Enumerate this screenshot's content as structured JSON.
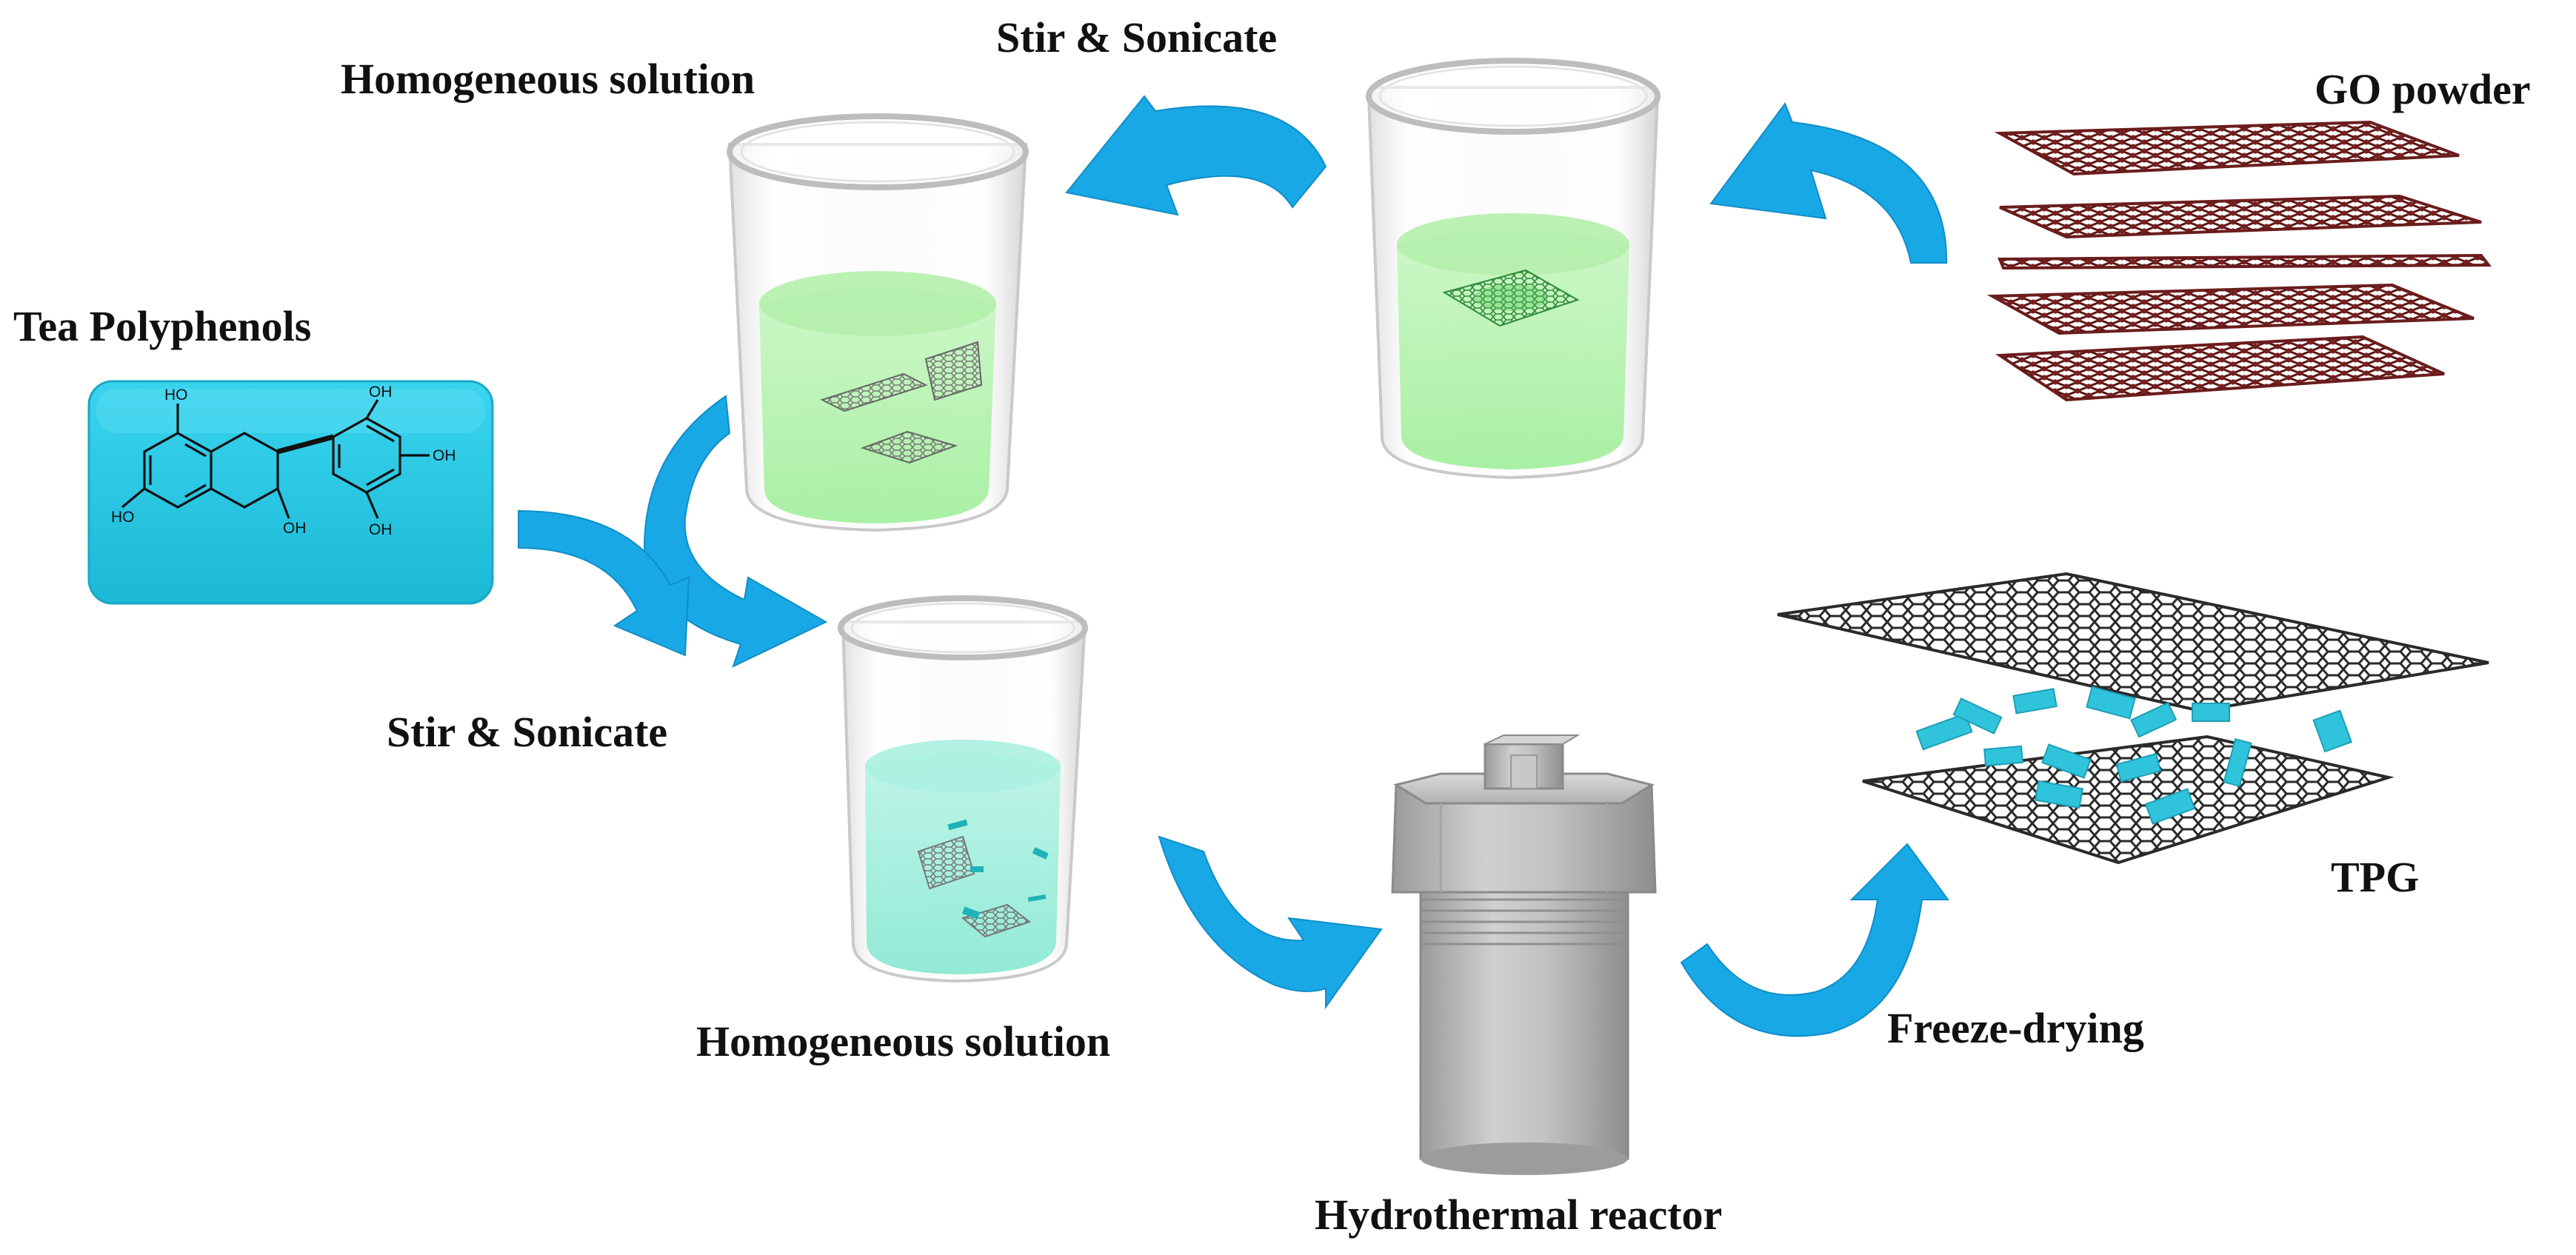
{
  "labels": {
    "homogeneous_top": "Homogeneous solution",
    "stir_top": "Stir & Sonicate",
    "go_powder": "GO powder",
    "tea_polyphenols": "Tea Polyphenols",
    "stir_left": "Stir & Sonicate",
    "homogeneous_bottom": "Homogeneous solution",
    "hydrothermal": "Hydrothermal reactor",
    "freeze_drying": "Freeze-drying",
    "tpg": "TPG"
  },
  "molecule": {
    "oh_labels": [
      "HO",
      "HO",
      "OH",
      "OH",
      "OH",
      "OH"
    ]
  },
  "colors": {
    "arrow": "#19a8e6",
    "tea_box": "#27c9e6",
    "green_liquid": "#b8f5b0",
    "cyan_liquid": "#a4f0dc",
    "go_sheet": "#6b1c1c",
    "graphene": "#2a2a2a",
    "polyphenol_piece": "#2fc4dc",
    "reactor": "#b8b8b8"
  }
}
